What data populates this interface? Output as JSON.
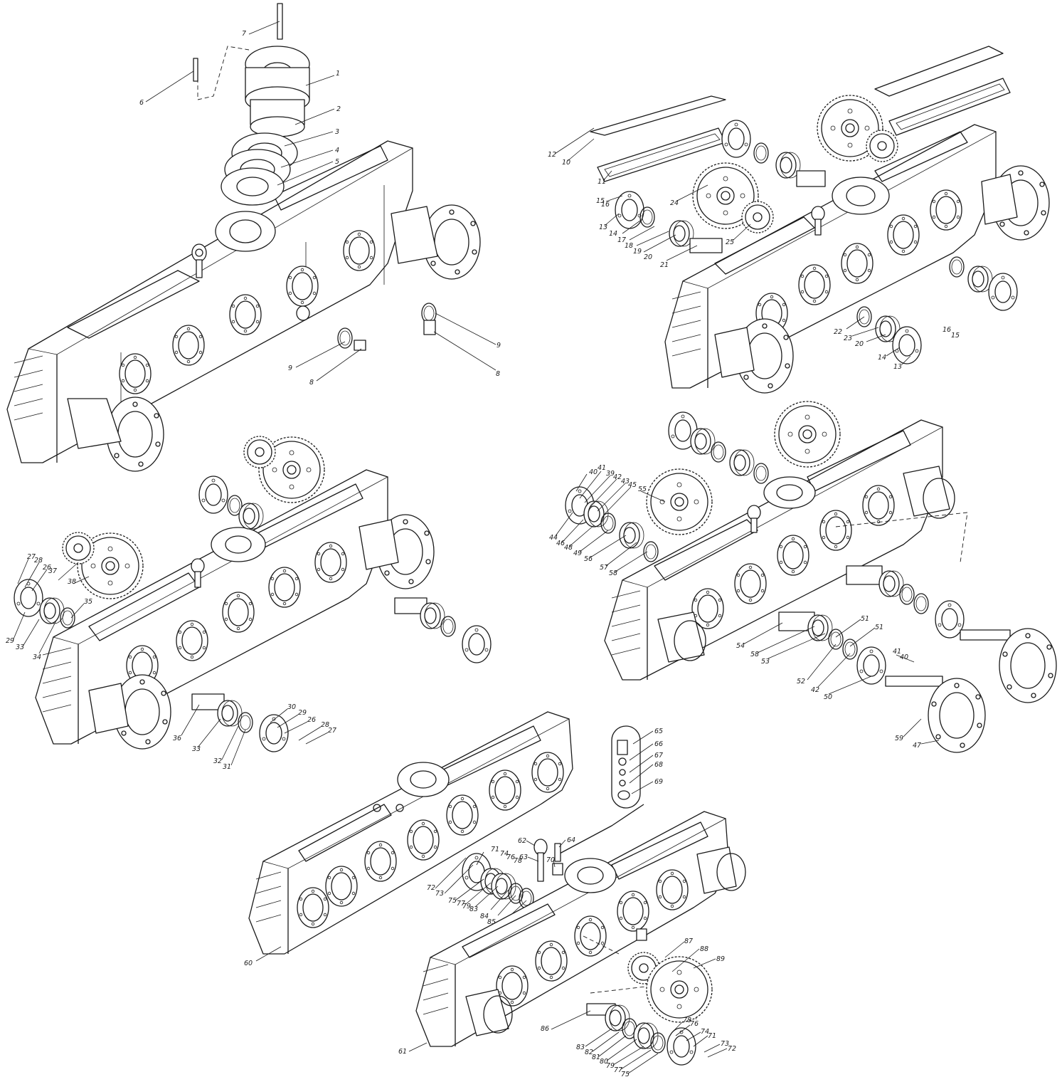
{
  "labels_group1": [
    "1",
    "2",
    "3",
    "4",
    "5",
    "6",
    "7",
    "8",
    "9",
    "9",
    "8"
  ],
  "labels_group2": [
    "12",
    "10",
    "11",
    "15",
    "16",
    "13",
    "14",
    "17",
    "18",
    "19",
    "20",
    "21",
    "24",
    "25",
    "22",
    "23",
    "20",
    "14",
    "13",
    "16",
    "15"
  ],
  "labels_group3": [
    "27",
    "28",
    "26",
    "37",
    "38",
    "35",
    "29",
    "33",
    "34",
    "30",
    "29",
    "26",
    "28",
    "27",
    "36",
    "33",
    "32",
    "31"
  ],
  "labels_group4": [
    "40",
    "41",
    "39",
    "42",
    "43",
    "45",
    "55",
    "44",
    "46",
    "48",
    "49",
    "56",
    "57",
    "58",
    "51",
    "51",
    "54",
    "58",
    "53",
    "52",
    "42",
    "50",
    "41",
    "40",
    "59",
    "47"
  ],
  "labels_group5": [
    "65",
    "66",
    "67",
    "68",
    "69",
    "62",
    "64",
    "63",
    "70",
    "71",
    "74",
    "76",
    "78",
    "72",
    "73",
    "75",
    "77",
    "79",
    "83",
    "84",
    "85",
    "60"
  ],
  "labels_group6": [
    "87",
    "88",
    "89",
    "86",
    "61",
    "78",
    "76",
    "74",
    "71",
    "73",
    "72",
    "83",
    "82",
    "81",
    "80",
    "79",
    "77",
    "75"
  ],
  "colors": {
    "line": "#1a1a1a",
    "background": "#ffffff"
  }
}
